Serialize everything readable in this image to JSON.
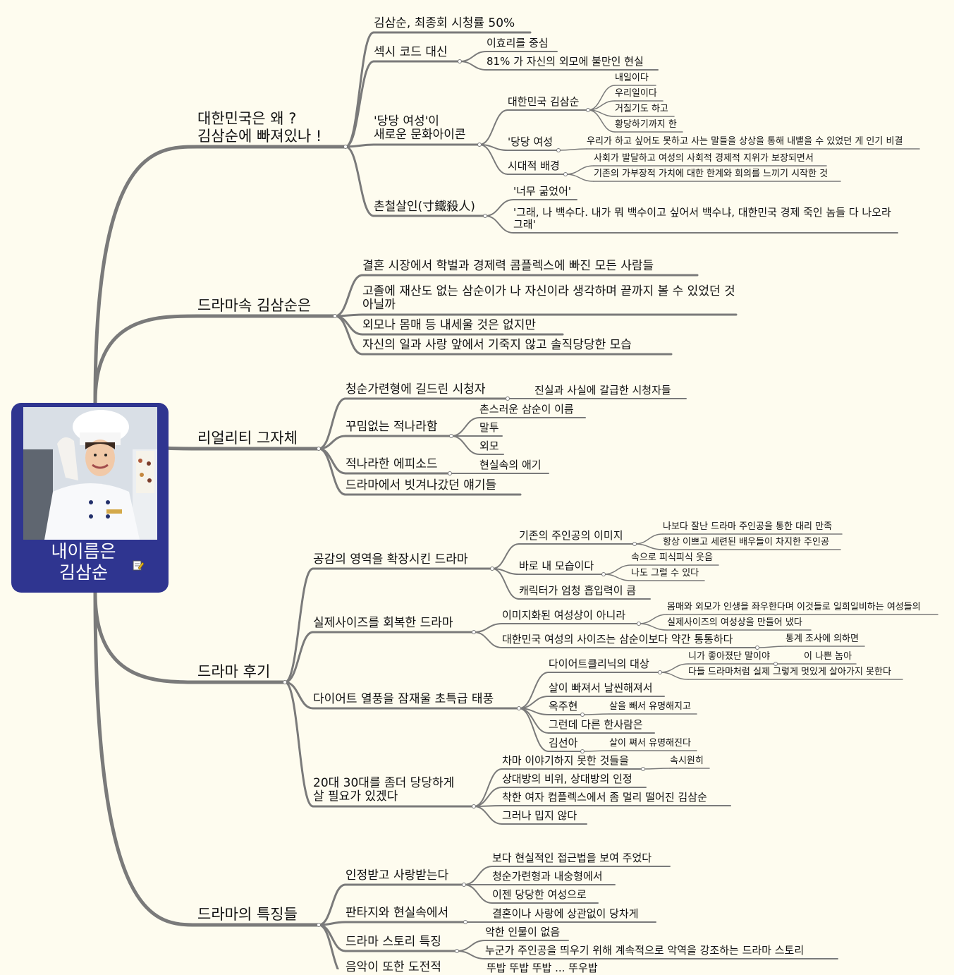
{
  "root": {
    "title": "내이름은\n김삼순"
  },
  "colors": {
    "background": "#fefcef",
    "line": "#7a7a7a",
    "root_fill": "#2f3590",
    "root_text": "#ffffff"
  },
  "nodes": {
    "b1": {
      "title": "대한민국은 왜 ?\n김삼순에 빠져있나 !",
      "c1": "김삼순, 최종회 시청률 50%",
      "c2": "섹시 코드 대신",
      "c2a": "이효리를 중심",
      "c2b": "81% 가 자신의 외모에 불만인 현실",
      "c3": "'당당 여성'이\n새로운 문화아이콘",
      "c3a": "대한민국 김삼순",
      "c3a1": "내일이다",
      "c3a2": "우리일이다",
      "c3a3": "거칠기도 하고",
      "c3a4": "황당하기까지 한",
      "c3b": "'당당 여성",
      "c3b1": "우리가 하고 싶어도 못하고 사는 말들을 상상을 통해 내뱉을 수 있었던 게 인기 비결",
      "c3c": "시대적 배경",
      "c3c1": "사회가 발달하고 여성의 사회적 경제적 지위가 보장되면서",
      "c3c2": "기존의 가부장적 가치에 대한 한계와 회의를 느끼기 시작한 것",
      "c4": "촌철살인(寸鐵殺人)",
      "c4a": "'너무 굶었어'",
      "c4b": "'그래, 나 백수다. 내가 뭐 백수이고 싶어서 백수냐, 대한민국 경제 죽인 놈들 다 나오라 그래'"
    },
    "b2": {
      "title": "드라마속 김삼순은",
      "c1": "결혼 시장에서 학벌과 경제력 콤플렉스에 빠진 모든 사람들",
      "c2": "고졸에 재산도 없는 삼순이가 나 자신이라 생각하며 끝까지 볼 수 있었던 것 아닐까",
      "c3": "외모나 몸매 등 내세울 것은 없지만",
      "c4": "자신의 일과 사랑 앞에서 기죽지 않고 솔직당당한 모습"
    },
    "b3": {
      "title": "리얼리티 그자체",
      "c1": "청순가련형에 길드린 시청자",
      "c1a": "진실과 사실에 갈급한 시청자들",
      "c2": "꾸밈없는 적나라함",
      "c2a": "촌스러운 삼순이 이름",
      "c2b": "말투",
      "c2c": "외모",
      "c3": "적나라한 에피소드",
      "c3a": "현실속의 애기",
      "c4": "드라마에서 빗겨나갔던 얘기들"
    },
    "b4": {
      "title": "드라마 후기",
      "c1": "공감의 영역을 확장시킨 드라마",
      "c1a": "기존의 주인공의 이미지",
      "c1a1": "나보다 잘난 드라마 주인공을 통한 대리 만족",
      "c1a2": "항상 이쁘고 세련된 배우들이 차지한 주인공",
      "c1b": "바로 내 모습이다",
      "c1b1": "속으로 피식피식 웃음",
      "c1b2": "나도 그럴 수 있다",
      "c1c": "캐릭터가 엄청 흡입력이 큼",
      "c2": "실제사이즈를 회복한 드라마",
      "c2a": "이미지화된 여성상이 아니라",
      "c2a1": "몸매와 외모가 인생을 좌우한다며 이것들로 일희일비하는 여성들의",
      "c2a2": "실제사이즈의 여성상을 만들어 냈다",
      "c2b": "대한민국 여성의 사이즈는 삼순이보다 약간 통통하다",
      "c2b1": "통계 조사에 의하면",
      "c3": "다이어트 열풍을 잠재울 초특급 태풍",
      "c3a": "다이어트클리닉의 대상",
      "c3a1": "니가 좋아졌단 말이야",
      "c3a1x": "이 나쁜 놈아",
      "c3a2": "다들 드라마처럼 실제 그렇게 멋있게 살아가지 못한다",
      "c3b": "살이 빠져서 날씬해져서",
      "c3c": "옥주현",
      "c3c1": "살을 빼서 유명해지고",
      "c3d": "그런데 다른 한사람은",
      "c3e": "김선아",
      "c3e1": "살이 쪄서 유명해진다",
      "c4": "20대 30대를 좀더 당당하게\n살 필요가 있겠다",
      "c4a": "차마 이야기하지 못한 것들을",
      "c4a1": "속시원히",
      "c4b": "상대방의 비위, 상대방의 인정",
      "c4c": "착한 여자 컴플렉스에서 좀 멀리 떨어진 김삼순",
      "c4d": "그러나 밉지 않다"
    },
    "b5": {
      "title": "드라마의 특징들",
      "c1": "인정받고 사랑받는다",
      "c1a": "보다 현실적인 접근법을 보여 주었다",
      "c1b": "청순가련형과 내숭형에서",
      "c1c": "이젠 당당한 여성으로",
      "c2": "판타지와 현실속에서",
      "c2a": "결혼이나 사랑에 상관없이 당차게",
      "c3": "드라마 스토리 특징",
      "c3a": "악한 인물이 없음",
      "c3b": "누군가 주인공을 띄우기 위해 계속적으로 악역을 강조하는 드라마 스토리",
      "c4": "음악이 또한 도전적",
      "c4a": "뚜밥 뚜밥 뚜밥 ... 뚜우밥"
    }
  }
}
